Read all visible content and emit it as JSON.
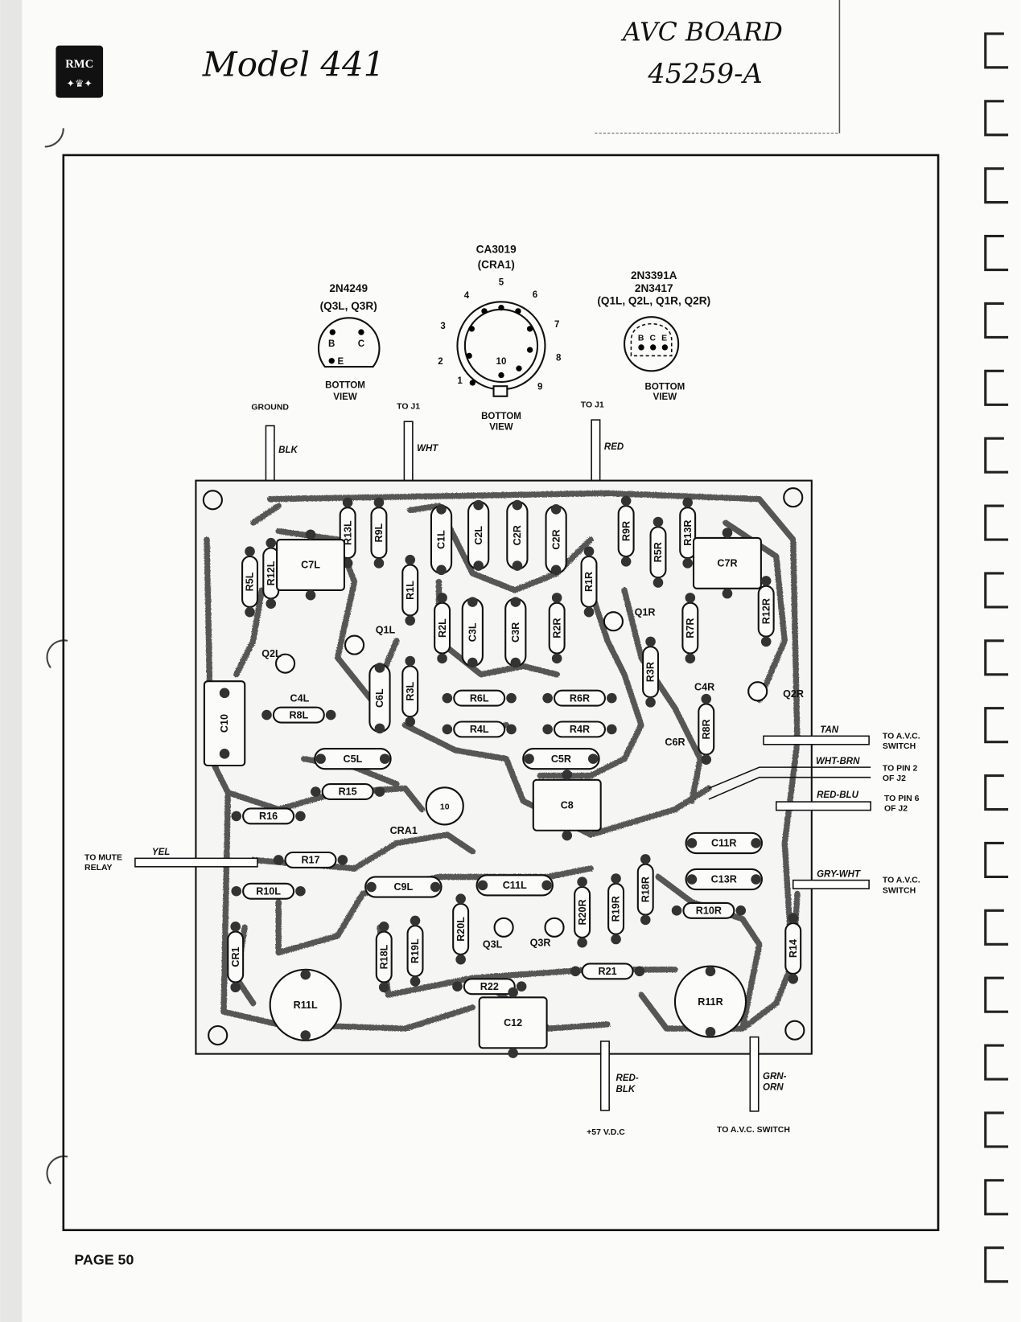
{
  "header": {
    "logo": "RMC",
    "model": "Model 441",
    "board_line1": "AVC BOARD",
    "board_line2": "45259-A"
  },
  "pinouts": [
    {
      "part": "2N4249",
      "refs": "(Q3L, Q3R)",
      "pins": [
        "B",
        "C",
        "E"
      ],
      "view": [
        "BOTTOM",
        "VIEW"
      ]
    },
    {
      "part": "CA3019",
      "refs": "(CRA1)",
      "pins": [
        "1",
        "2",
        "3",
        "4",
        "5",
        "6",
        "7",
        "8",
        "9",
        "10"
      ],
      "view": [
        "BOTTOM",
        "VIEW"
      ]
    },
    {
      "part": "2N3391A",
      "part2": "2N3417",
      "refs": "(Q1L, Q2L, Q1R, Q2R)",
      "pins": [
        "B",
        "C",
        "E"
      ],
      "view": [
        "BOTTOM",
        "VIEW"
      ]
    }
  ],
  "wires": {
    "ground": {
      "dest": "GROUND",
      "color": "BLK"
    },
    "j1_left": {
      "dest": "TO J1",
      "color": "WHT"
    },
    "j1_right": {
      "dest": "TO J1",
      "color": "RED"
    },
    "tan": {
      "color": "TAN",
      "dest1": "TO A.V.C.",
      "dest2": "SWITCH"
    },
    "wht_brn": {
      "color": "WHT-BRN",
      "dest1": "TO PIN 2",
      "dest2": "OF J2"
    },
    "red_blu": {
      "color": "RED-BLU",
      "dest1": "TO PIN 6",
      "dest2": "OF J2"
    },
    "gry_wht": {
      "color": "GRY-WHT",
      "dest1": "TO A.V.C.",
      "dest2": "SWITCH"
    },
    "yel": {
      "color": "YEL",
      "dest1": "TO MUTE",
      "dest2": "RELAY"
    },
    "red_blk": {
      "color1": "RED-",
      "color2": "BLK",
      "dest": "+57 V.D.C"
    },
    "grn_orn": {
      "color1": "GRN-",
      "color2": "ORN",
      "dest": "TO A.V.C. SWITCH"
    }
  },
  "components": [
    "R13L",
    "R9L",
    "C1L",
    "C2L",
    "C2R",
    "C2R",
    "R9R",
    "R5R",
    "R13R",
    "C7R",
    "R12R",
    "R5L",
    "R12L",
    "C7L",
    "R1L",
    "R1R",
    "R2L",
    "C3L",
    "C3R",
    "R2R",
    "R3L",
    "C6L",
    "R6L",
    "R6R",
    "R4L",
    "R4R",
    "R3R",
    "R7R",
    "R8L",
    "R8R",
    "C5L",
    "C5R",
    "C8",
    "R15",
    "R16",
    "R17",
    "R10L",
    "C9L",
    "C11L",
    "R20R",
    "R19R",
    "R18R",
    "C11R",
    "C13R",
    "R10R",
    "R14",
    "CR1",
    "R18L",
    "R19L",
    "R20L",
    "R22",
    "R21",
    "C12",
    "R11L",
    "R11R",
    "C10",
    "C4L",
    "C4R",
    "C6R"
  ],
  "semis": {
    "cra1": "CRA1",
    "cra1_pin": "10",
    "q1l": "Q1L",
    "q2l": "Q2L",
    "q1r": "Q1R",
    "q2r": "Q2R",
    "q3l": "Q3L",
    "q3r": "Q3R"
  },
  "footer": {
    "page": "PAGE 50"
  }
}
